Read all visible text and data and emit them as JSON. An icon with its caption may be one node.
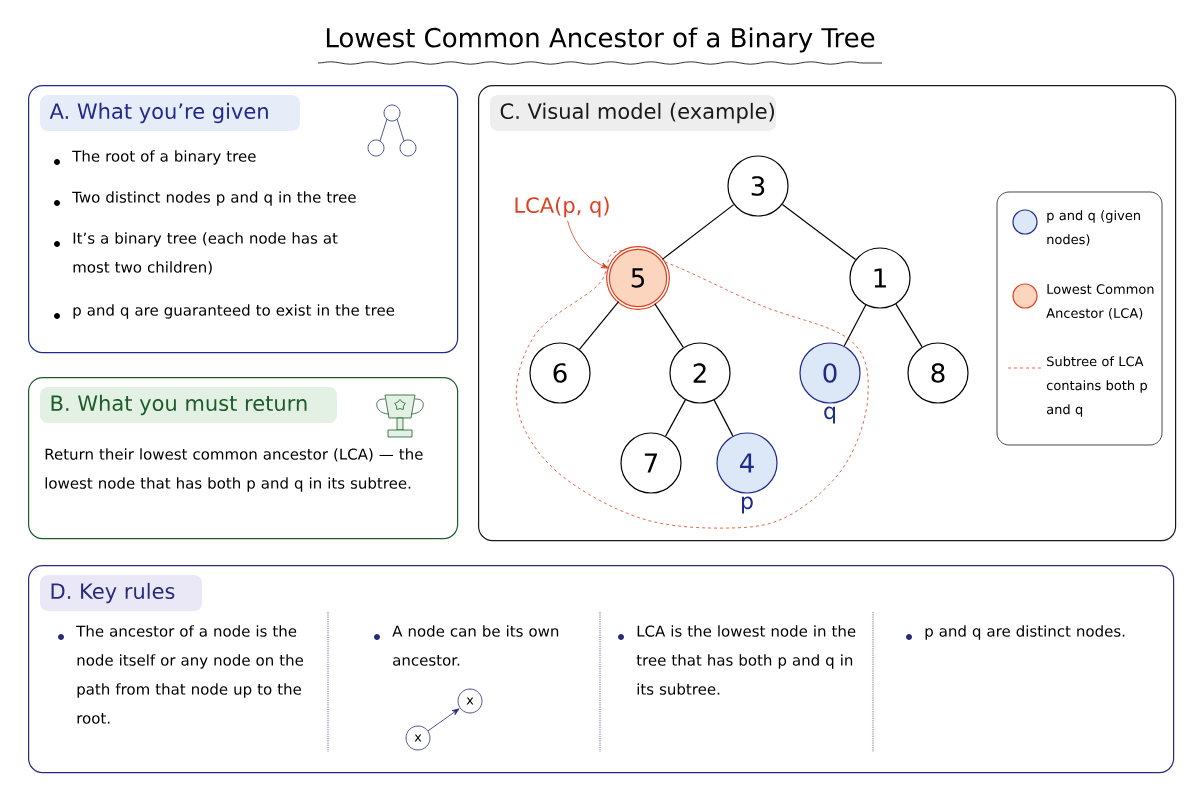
{
  "diagram": {
    "title": "Lowest Common Ancestor of a Binary Tree",
    "nodes": [
      {
        "text": [
          "A. What you’re given",
          "The root of a binary tree",
          "Two distinct nodes p and q in the tree",
          "It’s a binary tree (each node has at most two children)",
          "p and q are guaranteed to exist in the tree"
        ]
      },
      {
        "text": [
          "B. What you must return",
          "Return their lowest common ancestor (LCA) — the lowest node that has both p and q in its subtree."
        ]
      },
      {
        "text": [
          "C. Visual model (example)"
        ]
      },
      {
        "text": [
          "3"
        ],
        "in": 2
      },
      {
        "text": [
          "5"
        ],
        "in": 2
      },
      {
        "text": [
          "1"
        ],
        "in": 2
      },
      {
        "text": [
          "6"
        ],
        "in": 2
      },
      {
        "text": [
          "2"
        ],
        "in": 2
      },
      {
        "text": [
          "0"
        ],
        "in": 2,
        "beside": [
          "q"
        ]
      },
      {
        "text": [
          "8"
        ],
        "in": 2
      },
      {
        "text": [
          "7"
        ],
        "in": 2
      },
      {
        "text": [
          "4"
        ],
        "in": 2,
        "beside": [
          "p"
        ]
      },
      {
        "text": [
          "LCA(p, q)"
        ],
        "in": 2
      },
      {
        "text": [
          "D. Key rules",
          "The ancestor of a node is the node itself or any node on the path from that node up to the root.",
          "A node can be its own ancestor.",
          "LCA is the lowest node in the tree that has both p and q in its subtree.",
          "p and q are distinct nodes."
        ]
      },
      {
        "text": [
          "x"
        ],
        "in": 13
      },
      {
        "text": [
          "x"
        ],
        "in": 13
      }
    ],
    "edges": [
      {
        "from": 3,
        "to": 4,
        "arrow": "none"
      },
      {
        "from": 3,
        "to": 5,
        "arrow": "none"
      },
      {
        "from": 4,
        "to": 6,
        "arrow": "none"
      },
      {
        "from": 4,
        "to": 7,
        "arrow": "none"
      },
      {
        "from": 5,
        "to": 8,
        "arrow": "none"
      },
      {
        "from": 5,
        "to": 9,
        "arrow": "none"
      },
      {
        "from": 7,
        "to": 10,
        "arrow": "none"
      },
      {
        "from": 7,
        "to": 11,
        "arrow": "none"
      },
      {
        "from": 12,
        "to": 4,
        "arrow": "to",
        "color": "#e0401f"
      },
      {
        "from": 15,
        "to": 14,
        "arrow": "to",
        "color": "#2a2a7a"
      }
    ],
    "legend": [
      {
        "text": "p and q (given nodes)"
      },
      {
        "text": "Lowest Common Ancestor (LCA)"
      },
      {
        "text": "Subtree of LCA contains both p and q"
      }
    ]
  }
}
